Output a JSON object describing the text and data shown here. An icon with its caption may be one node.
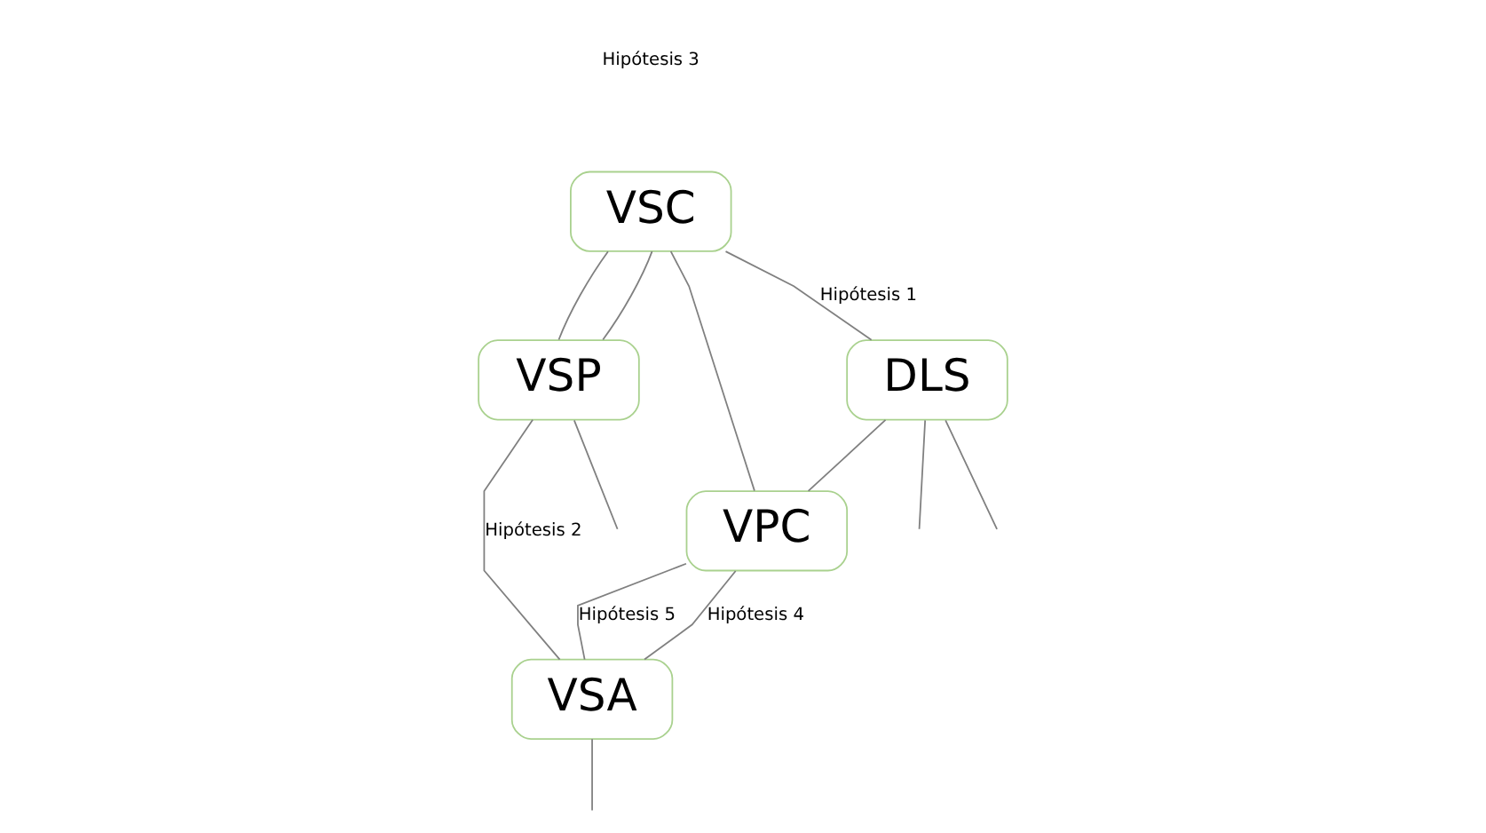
{
  "diagram": {
    "nodes": [
      {
        "text": [
          "VSC"
        ]
      },
      {
        "text": [
          "VSP"
        ]
      },
      {
        "text": [
          "DLS"
        ]
      },
      {
        "text": [
          "VPC"
        ]
      },
      {
        "text": [
          "VSA"
        ]
      }
    ],
    "edges": [
      {
        "from": 0,
        "to": 2,
        "arrow": "none",
        "label": "Hipótesis 1"
      },
      {
        "from": 0,
        "to": 1,
        "arrow": "none"
      },
      {
        "from": 0,
        "to": 1,
        "arrow": "none"
      },
      {
        "from": 0,
        "to": 3,
        "arrow": "none"
      },
      {
        "from": 1,
        "to": 4,
        "arrow": "none",
        "label": "Hipótesis 2"
      },
      {
        "from": 2,
        "to": 3,
        "arrow": "none"
      },
      {
        "from": 3,
        "to": 4,
        "arrow": "none",
        "label": "Hipótesis 4"
      },
      {
        "from": 3,
        "to": 4,
        "arrow": "none",
        "label": "Hipótesis 5"
      },
      {
        "from": 2,
        "to": null,
        "arrow": "none"
      },
      {
        "from": 2,
        "to": null,
        "arrow": "none"
      },
      {
        "from": 1,
        "to": null,
        "arrow": "none"
      },
      {
        "from": 4,
        "to": null,
        "arrow": "none"
      }
    ],
    "labels": [
      "Hipótesis 3"
    ]
  }
}
